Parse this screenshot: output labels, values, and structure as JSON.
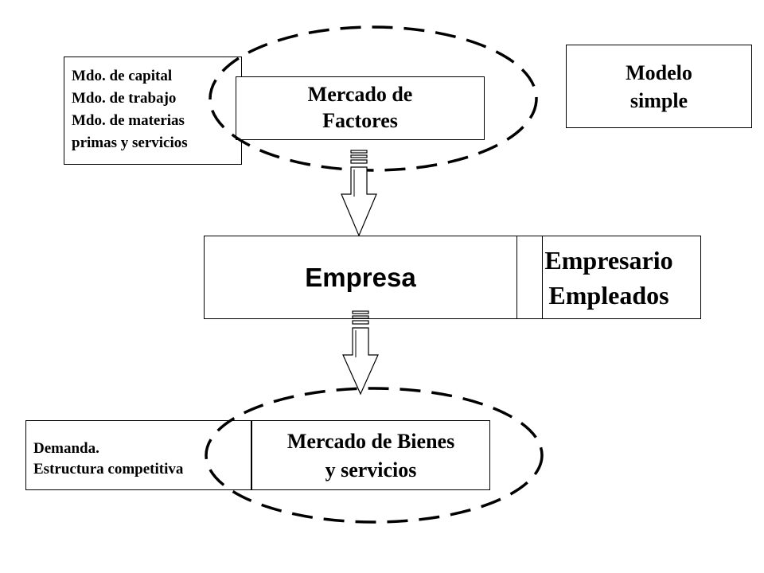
{
  "factores_list": [
    "Mdo. de capital",
    "Mdo. de trabajo",
    "Mdo. de materias",
    "primas y servicios"
  ],
  "mercado_factores": [
    "Mercado de",
    "Factores"
  ],
  "modelo": [
    "Modelo",
    "simple"
  ],
  "empresa": "Empresa",
  "empresa_roles": [
    "Empresario",
    "Empleados"
  ],
  "demanda_list": [
    "Demanda.",
    "Estructura competitiva"
  ],
  "mercado_bienes": [
    "Mercado de Bienes",
    "y servicios"
  ]
}
